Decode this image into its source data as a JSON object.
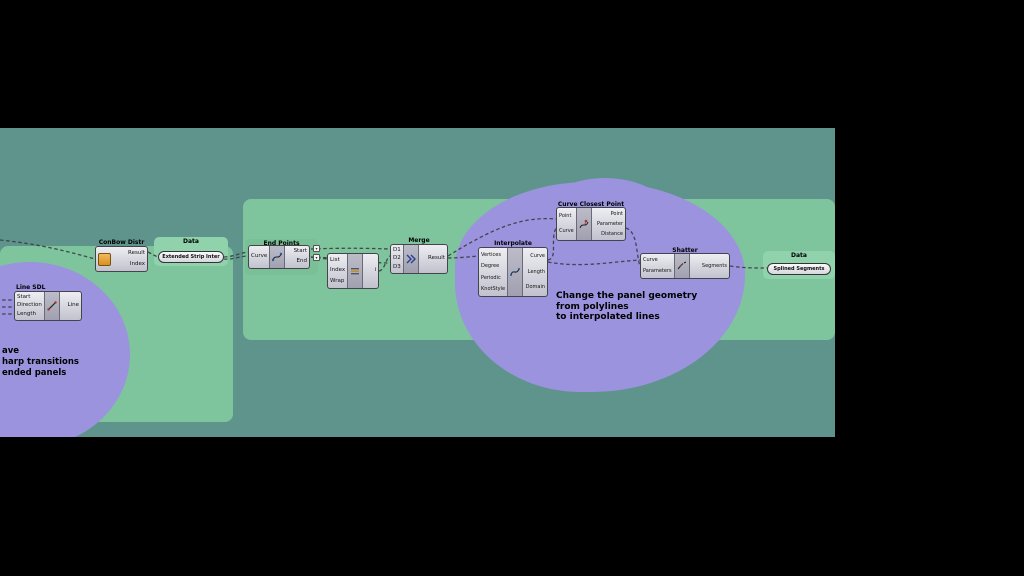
{
  "colors": {
    "background": "#000000",
    "canvas_teal": "#5E948C",
    "group_green": "#7EC59D",
    "group_green_nested": "#8FD2AB",
    "blob_purple": "#9B93DE",
    "wire": "#3B3B40",
    "conbow_icon_orange": "#E8A33D",
    "merge_icon_blue": "#27418F"
  },
  "components": {
    "line_sdl": {
      "label": "Line SDL",
      "inputs": [
        "Start",
        "Direction",
        "Length"
      ],
      "output": "Line"
    },
    "conbow": {
      "label": "ConBow Distr",
      "outputs": [
        "Result",
        "Index"
      ]
    },
    "end_points": {
      "label": "End Points",
      "input": "Curve",
      "outputs": [
        "Start",
        "End"
      ]
    },
    "list_item": {
      "inputs": [
        "List",
        "Index",
        "Wrap"
      ],
      "output": "i"
    },
    "merge": {
      "label": "Merge",
      "inputs": [
        "D1",
        "D2",
        "D3"
      ],
      "output": "Result"
    },
    "interpolate": {
      "label": "Interpolate",
      "inputs": [
        "Vertices",
        "Degree",
        "Periodic",
        "KnotStyle"
      ],
      "outputs": [
        "Curve",
        "Length",
        "Domain"
      ]
    },
    "curve_closest_point": {
      "label": "Curve Closest Point",
      "inputs": [
        "Point",
        "Curve"
      ],
      "outputs": [
        "Point",
        "Parameter",
        "Distance"
      ]
    },
    "shatter": {
      "label": "Shatter",
      "inputs": [
        "Curve",
        "Parameters"
      ],
      "output": "Segments"
    }
  },
  "groups": {
    "data_left": {
      "label": "Data",
      "capsule": "Extended Strip Inter"
    },
    "data_right": {
      "label": "Data",
      "capsule": "Splined Segments"
    }
  },
  "annotations": {
    "left_note_line1": "ave",
    "left_note_line2": "harp transitions",
    "left_note_line3": "ended panels",
    "center_note_line1": "Change the panel geometry",
    "center_note_line2": "from polylines",
    "center_note_line3": "to interpolated lines"
  }
}
